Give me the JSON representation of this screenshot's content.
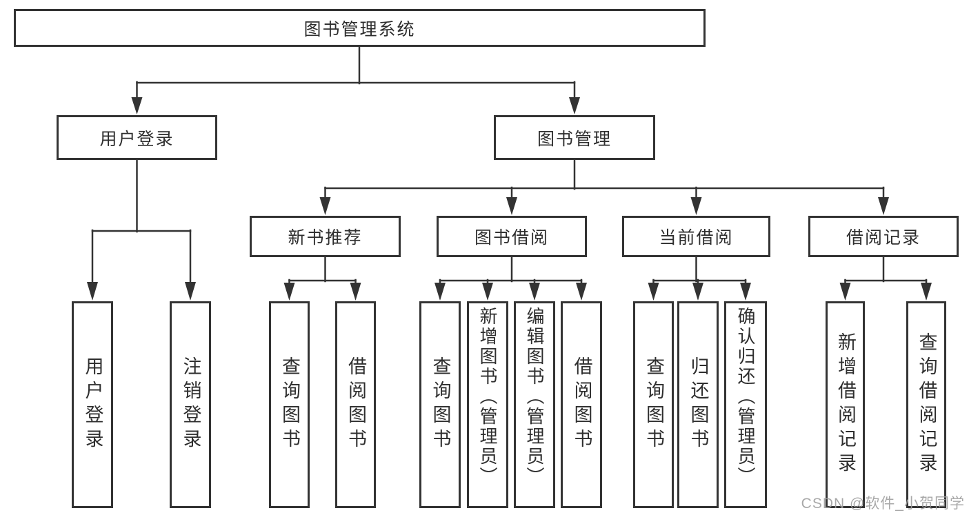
{
  "diagram": {
    "root": {
      "label": "图书管理系统"
    },
    "level2": [
      {
        "label": "用户登录"
      },
      {
        "label": "图书管理"
      }
    ],
    "level3": [
      {
        "label": "新书推荐"
      },
      {
        "label": "图书借阅"
      },
      {
        "label": "当前借阅"
      },
      {
        "label": "借阅记录"
      }
    ],
    "leaves": {
      "user_login": [
        {
          "label": "用户登录"
        },
        {
          "label": "注销登录"
        }
      ],
      "new_book_recommend": [
        {
          "label": "查询图书"
        },
        {
          "label": "借阅图书"
        }
      ],
      "book_borrowing": [
        {
          "label": "查询图书"
        },
        {
          "label": "新增图书（管理员）"
        },
        {
          "label": "编辑图书（管理员）"
        },
        {
          "label": "借阅图书"
        }
      ],
      "current_borrowing": [
        {
          "label": "查询图书"
        },
        {
          "label": "归还图书"
        },
        {
          "label": "确认归还（管理员）"
        }
      ],
      "borrowing_records": [
        {
          "label": "新增借阅记录"
        },
        {
          "label": "查询借阅记录"
        }
      ]
    }
  },
  "watermark": {
    "text": "CSDN @软件_小贺同学"
  },
  "colors": {
    "line": "#333333",
    "box_bg": "#ffffff",
    "watermark": "#9e9e9e"
  }
}
